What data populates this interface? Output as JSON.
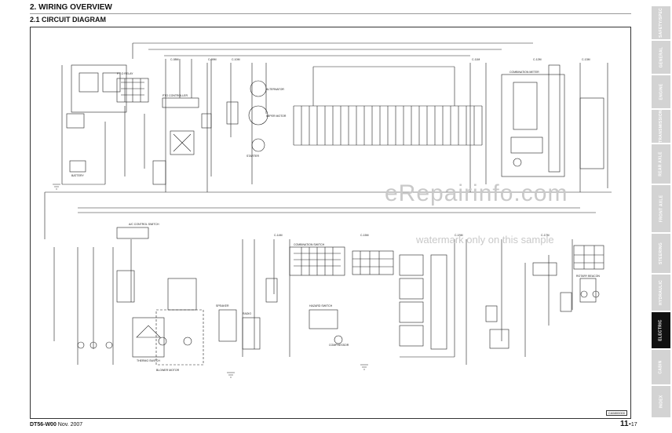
{
  "header": {
    "section_title": "2. WIRING OVERVIEW",
    "subsection_title": "2.1  CIRCUIT DIAGRAM"
  },
  "diagram": {
    "corner_label": "CA5800000",
    "components": [
      {
        "id": "battery",
        "label": "BATTERY"
      },
      {
        "id": "pto_relay",
        "label": "P.T.O RELAY"
      },
      {
        "id": "pto_controller",
        "label": "PTO CONTROLLER"
      },
      {
        "id": "alternator",
        "label": "ALTERNATOR"
      },
      {
        "id": "wiper_motor",
        "label": "WIPER MOTOR"
      },
      {
        "id": "cluster",
        "label": "COMBINATION METER"
      },
      {
        "id": "starter",
        "label": "STARTER"
      },
      {
        "id": "ac_control",
        "label": "A/C CONTROL SWITCH"
      },
      {
        "id": "combination_switch",
        "label": "COMBINATION SWITCH"
      },
      {
        "id": "blower",
        "label": "BLOWER MOTOR"
      },
      {
        "id": "thermostat",
        "label": "THERMO SWITCH"
      },
      {
        "id": "speaker",
        "label": "SPEAKER"
      },
      {
        "id": "radio",
        "label": "RADIO"
      },
      {
        "id": "compressor",
        "label": "COMPRESSOR"
      },
      {
        "id": "hazard_switch",
        "label": "HAZARD SWITCH"
      },
      {
        "id": "rotary_beacon",
        "label": "ROTARY BEACON"
      }
    ],
    "connector_tags": [
      "C-08M",
      "C-09M",
      "C-10M",
      "C-11M",
      "C-12M",
      "C-13M",
      "C-14M",
      "C-15M",
      "C-16M",
      "C-17M"
    ]
  },
  "watermark": {
    "site": "eRepairinfo.com",
    "note": "watermark only on this sample"
  },
  "side_tabs": [
    {
      "label": "SAFETY/SPEC",
      "active": false
    },
    {
      "label": "GENERAL",
      "active": false
    },
    {
      "label": "ENGINE",
      "active": false
    },
    {
      "label": "TRANSMISSION",
      "active": false
    },
    {
      "label": "REAR AXLE",
      "active": false
    },
    {
      "label": "FRONT AXLE",
      "active": false
    },
    {
      "label": "STEERING",
      "active": false
    },
    {
      "label": "HYDRAULIC",
      "active": false
    },
    {
      "label": "ELECTRIC",
      "active": true
    },
    {
      "label": "CABIN",
      "active": false
    },
    {
      "label": "INDEX",
      "active": false
    }
  ],
  "footer": {
    "doc_code": "DT56-W00",
    "date": "Nov. 2007",
    "page_major": "11-",
    "page_minor": "17"
  },
  "colors": {
    "tab_inactive": "#d3d3d3",
    "tab_active": "#111111",
    "watermark": "#c9c9c9"
  }
}
